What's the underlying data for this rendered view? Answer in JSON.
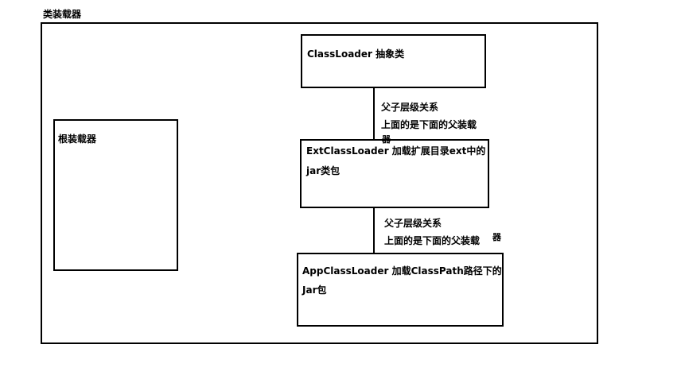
{
  "diagram": {
    "title": "类装载器",
    "root_loader": {
      "label": "根装载器"
    },
    "classloader": {
      "label": "ClassLoader 抽象类"
    },
    "ext_loader": {
      "line1": "ExtClassLoader 加载扩展目录ext中的",
      "line2": "jar类包"
    },
    "app_loader": {
      "line1": "AppClassLoader 加载ClassPath路径下的",
      "line2": "Jar包"
    },
    "relation_top": {
      "line1": "父子层级关系",
      "line2": "上面的是下面的父装载",
      "overflow": "器"
    },
    "relation_bottom": {
      "line1": "父子层级关系",
      "line2": "上面的是下面的父装载",
      "overflow": "器"
    }
  }
}
